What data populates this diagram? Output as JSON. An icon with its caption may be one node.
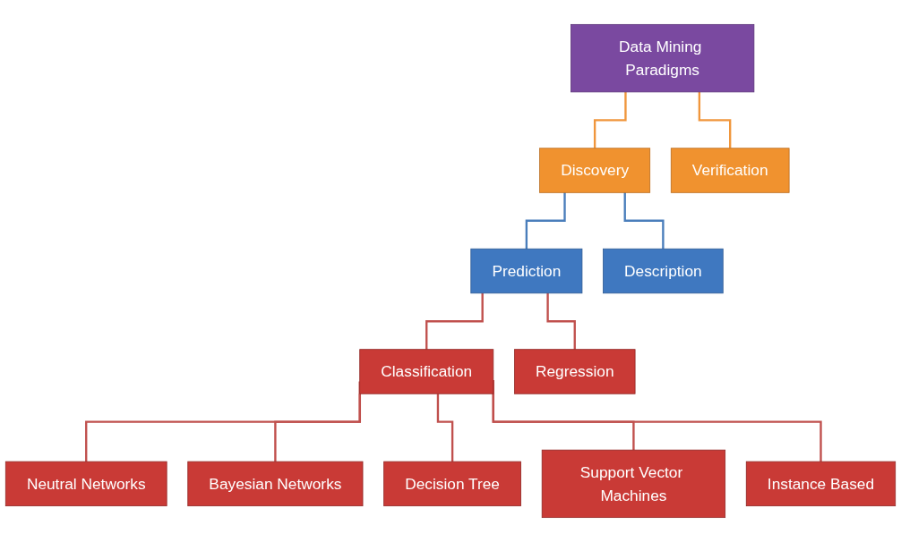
{
  "diagram": {
    "nodes": [
      {
        "text": [
          "Data Mining Paradigms"
        ]
      },
      {
        "text": [
          "Discovery"
        ]
      },
      {
        "text": [
          "Verification"
        ]
      },
      {
        "text": [
          "Prediction"
        ]
      },
      {
        "text": [
          "Description"
        ]
      },
      {
        "text": [
          "Classification"
        ]
      },
      {
        "text": [
          "Regression"
        ]
      },
      {
        "text": [
          "Neutral Networks"
        ]
      },
      {
        "text": [
          "Bayesian Networks"
        ]
      },
      {
        "text": [
          "Decision Tree"
        ]
      },
      {
        "text": [
          "Support Vector Machines"
        ]
      },
      {
        "text": [
          "Instance Based"
        ]
      }
    ],
    "edges": [
      {
        "from": 0,
        "to": 1,
        "arrow": "none",
        "color": "#f0963c"
      },
      {
        "from": 0,
        "to": 2,
        "arrow": "none",
        "color": "#f0963c"
      },
      {
        "from": 1,
        "to": 3,
        "arrow": "none",
        "color": "#4a7ebb"
      },
      {
        "from": 1,
        "to": 4,
        "arrow": "none",
        "color": "#4a7ebb"
      },
      {
        "from": 3,
        "to": 5,
        "arrow": "none"
      },
      {
        "from": 3,
        "to": 6,
        "arrow": "none"
      },
      {
        "from": 5,
        "to": 7,
        "arrow": "none"
      },
      {
        "from": 5,
        "to": 8,
        "arrow": "none"
      },
      {
        "from": 5,
        "to": 9,
        "arrow": "none"
      },
      {
        "from": 5,
        "to": 10,
        "arrow": "none"
      },
      {
        "from": 5,
        "to": 11,
        "arrow": "none"
      }
    ]
  }
}
